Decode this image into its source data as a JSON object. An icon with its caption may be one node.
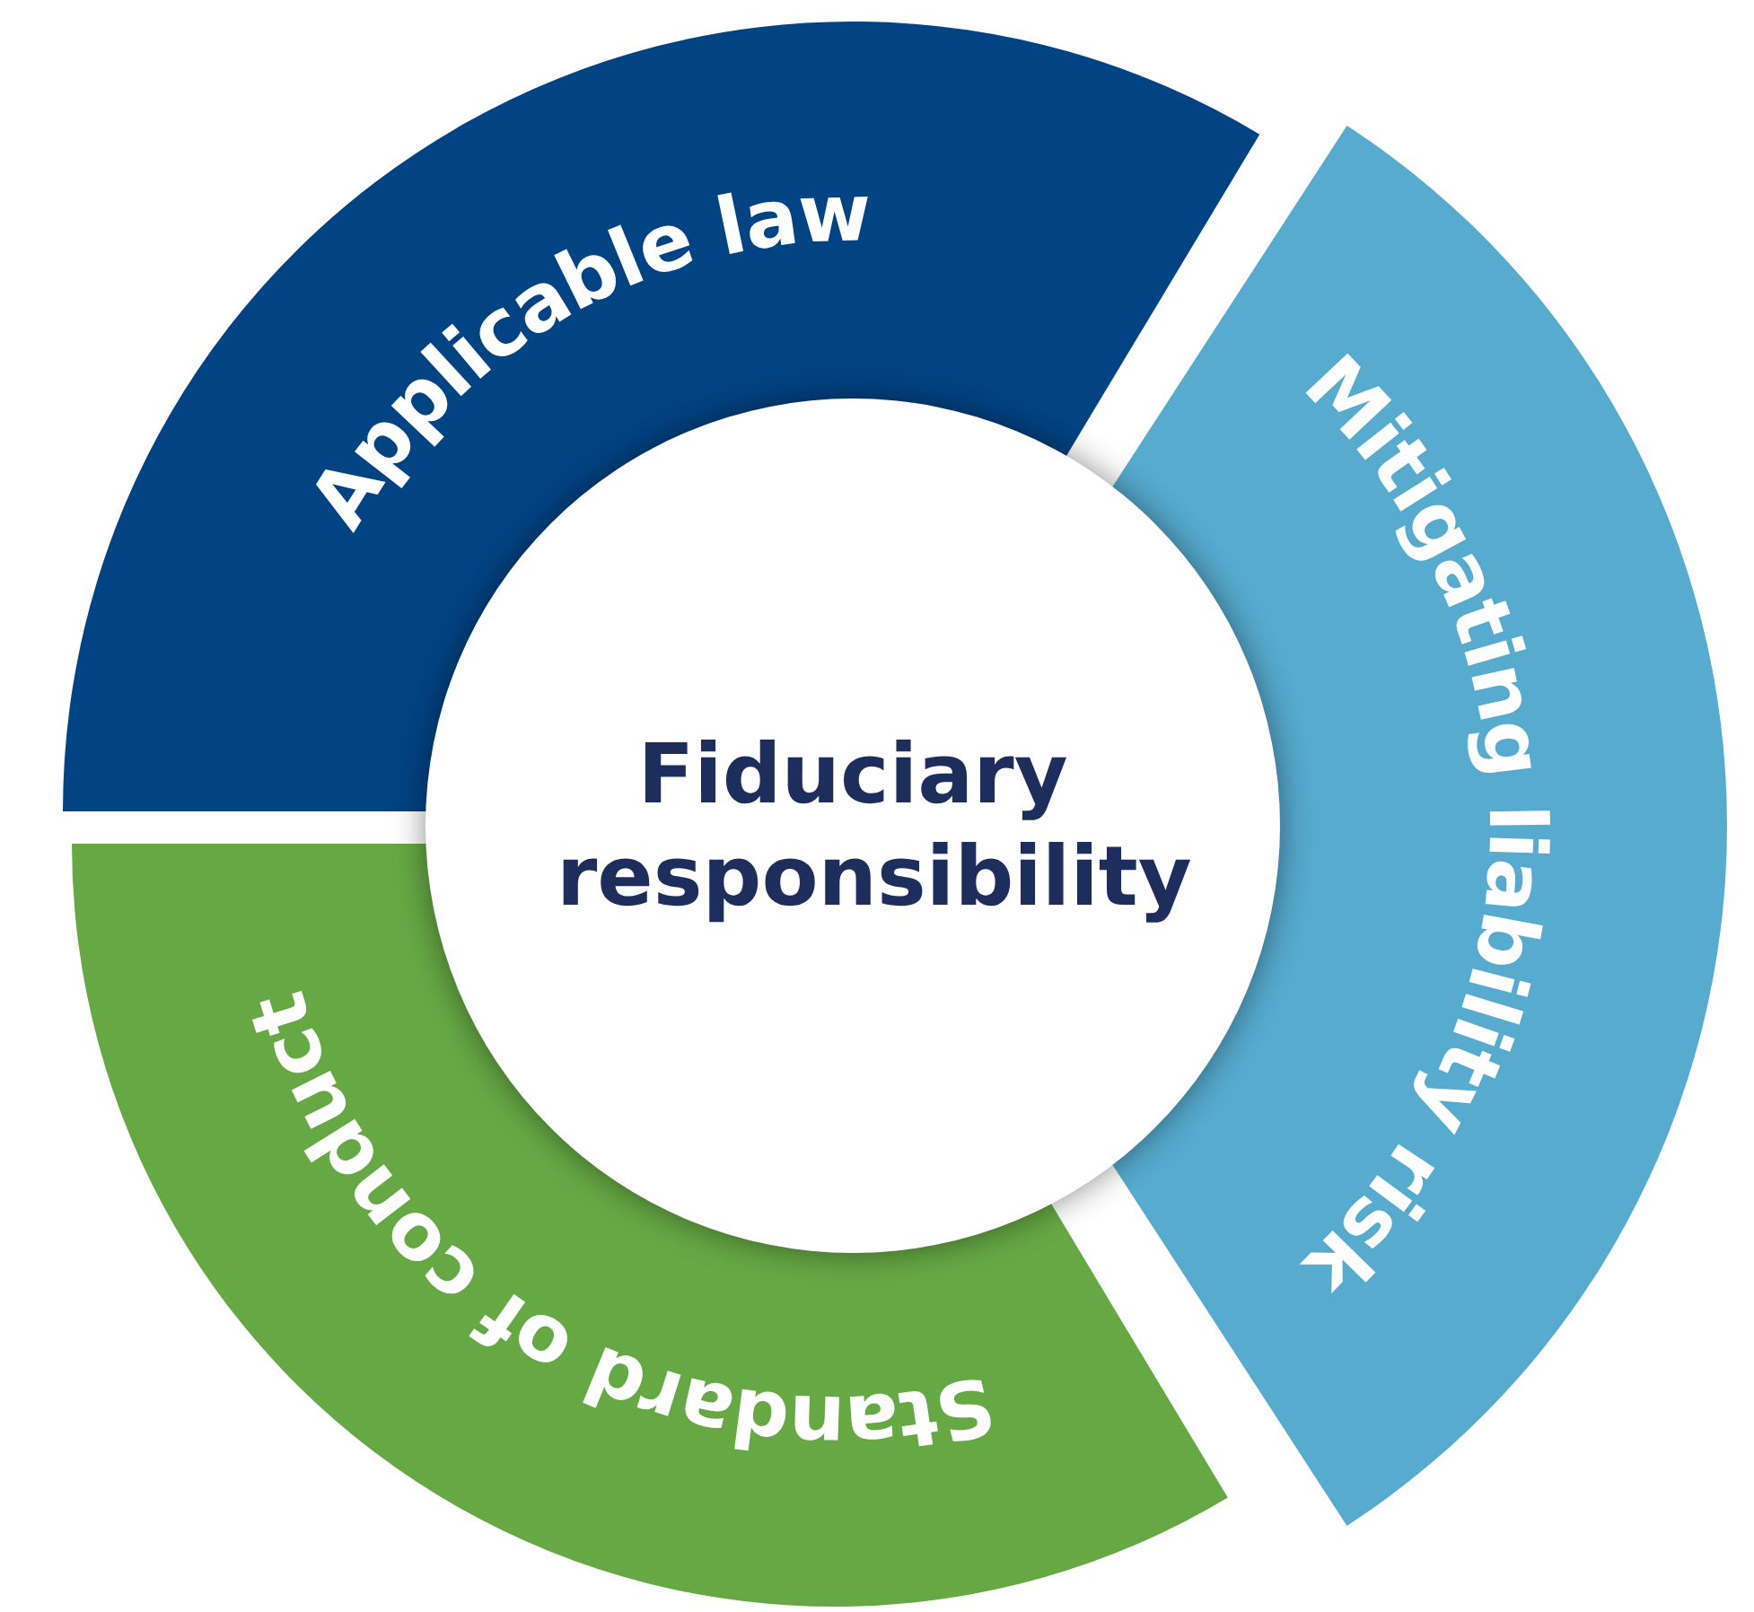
{
  "diagram": {
    "nodes": [
      {
        "text": [
          "Fiduciary responsibility"
        ]
      },
      {
        "text": [
          "Applicable law"
        ]
      },
      {
        "text": [
          "Mitigating liability risk"
        ]
      },
      {
        "text": [
          "Standard of conduct"
        ]
      }
    ]
  }
}
